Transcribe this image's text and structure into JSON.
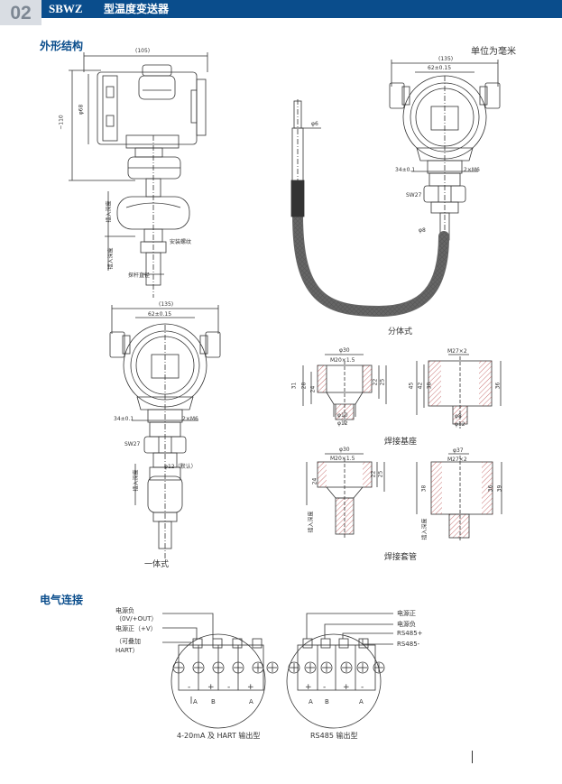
{
  "header": {
    "page_number": "02",
    "model_code": "SBWZ",
    "product_name": "型温度变送器"
  },
  "sections": {
    "outline": "外形结构",
    "electrical": "电气连接"
  },
  "unit_note": "单位为毫米",
  "side_view": {
    "width_dim": "(105)",
    "height_dim": "~110",
    "dia_dim": "φ68",
    "label_insert_depth": "插入深度",
    "label_fix_thread": "安装螺纹",
    "label_probe_dia": "探杆直径"
  },
  "split_view": {
    "width_dim": "(135)",
    "flange_dim": "62±0.15",
    "probe_dim": "φ6",
    "hex_dim": "34±0.1",
    "bolt_dim": "2×M6",
    "wrench_dim": "SW27",
    "cable_dim": "φ8",
    "caption": "分体式"
  },
  "integral_view": {
    "width_dim": "(135)",
    "flange_dim": "62±0.15",
    "hex_dim": "34±0.1",
    "bolt_dim": "2×M6",
    "wrench_dim": "SW27",
    "probe_dim": "φ12（默认）",
    "label_insert_depth": "插入深度",
    "caption": "一体式"
  },
  "weld_base": {
    "left": {
      "dia_top": "φ30",
      "thread": "M20×1.5",
      "h_total": "31",
      "h1": "28",
      "h2": "24",
      "h3": "22",
      "h4": "25",
      "d_in": "φ10",
      "d_out": "φ12"
    },
    "right": {
      "thread": "M27×2",
      "h_total": "45",
      "h1": "42",
      "h2": "38",
      "h3": "36",
      "d_in": "φ8",
      "d_out": "φ12"
    },
    "caption": "焊接基座"
  },
  "weld_sleeve": {
    "left": {
      "dia_top": "φ30",
      "thread": "M20×1.5",
      "h1": "24",
      "h2": "22",
      "h3": "25",
      "label": "插入深度"
    },
    "right": {
      "dia_top": "φ37",
      "thread": "M27×2",
      "h1": "38",
      "h2": "36",
      "h3": "39",
      "label": "插入深度"
    },
    "caption": "焊接套管"
  },
  "wiring_left": {
    "labels": [
      "电源负",
      "（0V/+OUT）",
      "电源正（+V）",
      "（可叠加",
      "HART）"
    ],
    "terminals": [
      "-",
      "+",
      "-",
      "+"
    ],
    "terminal_letters": [
      "A",
      "B",
      "",
      "A"
    ],
    "caption": "4-20mA 及 HART 输出型"
  },
  "wiring_right": {
    "labels": [
      "电源正",
      "电源负",
      "RS485+",
      "RS485-"
    ],
    "terminals": [
      "+",
      "-",
      "+",
      "-"
    ],
    "terminal_letters": [
      "A",
      "B",
      "",
      "A"
    ],
    "caption": "RS485 输出型"
  },
  "colors": {
    "brand_blue": "#0a4d8c",
    "tab_grey": "#d9dde3",
    "tab_text": "#7d8793"
  }
}
